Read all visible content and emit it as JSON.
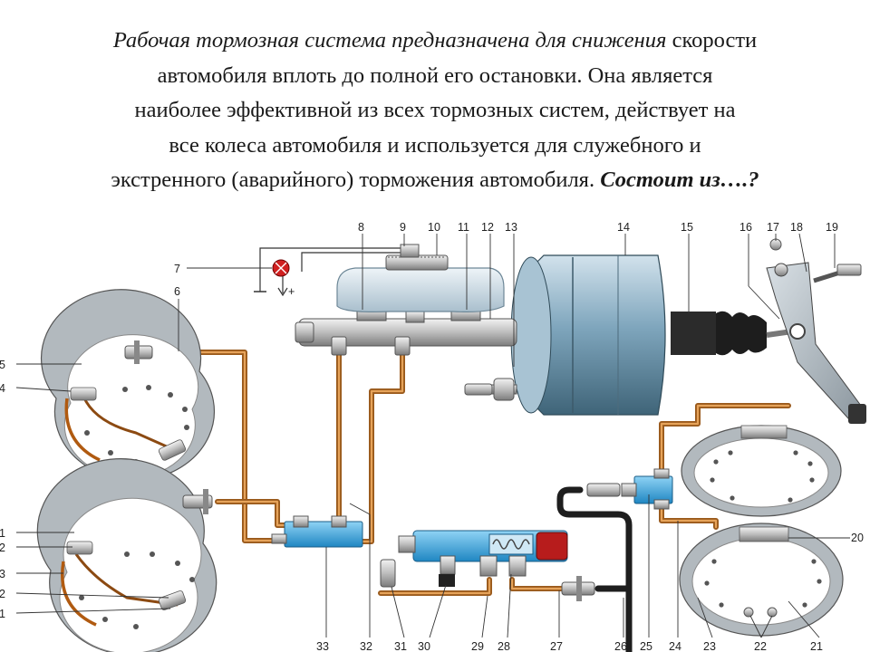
{
  "intro": {
    "line1_italic": "Рабочая тормозная система предназначена для снижения",
    "line1_rest": " скорости",
    "line2": "автомобиля вплоть до полной его остановки. Она является",
    "line3": "наиболее эффективной из всех тормозных систем, действует на",
    "line4": "все колеса автомобиля и используется для служебного и",
    "line5_plain": "экстренного (аварийного) торможения автомобиля. ",
    "line5_emph": "Состоит из….?"
  },
  "callouts": {
    "n1": "1",
    "n1b": "1",
    "n2": "2",
    "n2b": "2",
    "n3": "3",
    "n4": "4",
    "n5": "5",
    "n6": "6",
    "n7": "7",
    "n8": "8",
    "n9": "9",
    "n10": "10",
    "n11": "11",
    "n12": "12",
    "n13": "13",
    "n14": "14",
    "n15": "15",
    "n16": "16",
    "n17": "17",
    "n18": "18",
    "n19": "19",
    "n20": "20",
    "n21": "21",
    "n22": "22",
    "n23": "23",
    "n24": "24",
    "n25": "25",
    "n26": "26",
    "n27": "27",
    "n28": "28",
    "n29": "29",
    "n30": "30",
    "n31": "31",
    "n32": "32",
    "n33": "33"
  },
  "colors": {
    "booster": "#7fa6bd",
    "reservoir": "#c7d6e2",
    "pipe": "#c07a32",
    "valve": "#3aa8e0",
    "drum": "#8a949c"
  }
}
